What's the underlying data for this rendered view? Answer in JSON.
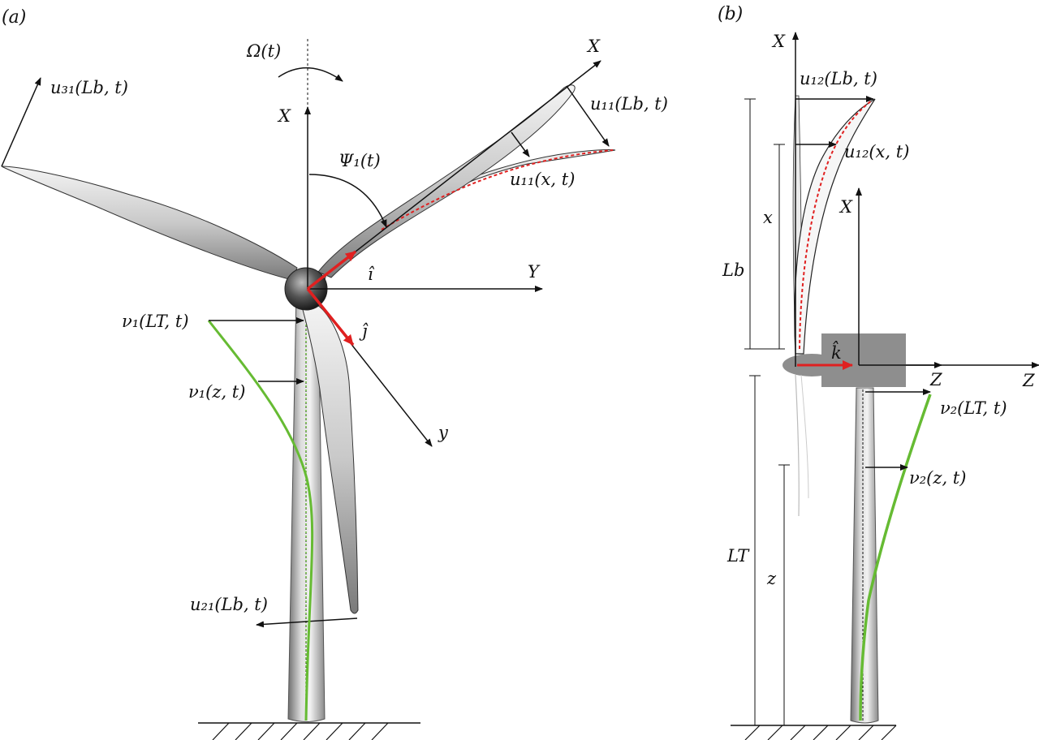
{
  "panels": {
    "a": "(a)",
    "b": "(b)"
  },
  "labels_a": {
    "omega": "Ω(t)",
    "X_hub": "X",
    "X_blade": "X",
    "Y": "Y",
    "y": "y",
    "psi": "Ψ₁(t)",
    "i_hat": "î",
    "j_hat": "ĵ",
    "u11_tip": "u₁₁(Lb, t)",
    "u11_x": "u₁₁(x, t)",
    "u31_tip": "u₃₁(Lb, t)",
    "u21_tip": "u₂₁(Lb, t)",
    "v1_top": "ν₁(LT, t)",
    "v1_z": "ν₁(z, t)"
  },
  "labels_b": {
    "X_top": "X",
    "X_nacelle": "X",
    "u12_tip": "u₁₂(Lb, t)",
    "u12_x": "u₁₂(x, t)",
    "x": "x",
    "Lb": "Lb",
    "k_hat": "k̂",
    "Z_short": "Z",
    "Z_long": "Z",
    "v2_top": "ν₂(LT, t)",
    "v2_z": "ν₂(z, t)",
    "LT": "LT",
    "z": "z"
  },
  "colors": {
    "ink": "#111111",
    "unit_vector_red": "#e02020",
    "deflection_green": "#66bb33",
    "deflected_dashed_red": "#e02020",
    "nacelle_gray": "#8e8e8e",
    "tower_gray": "#b5b5b5"
  }
}
